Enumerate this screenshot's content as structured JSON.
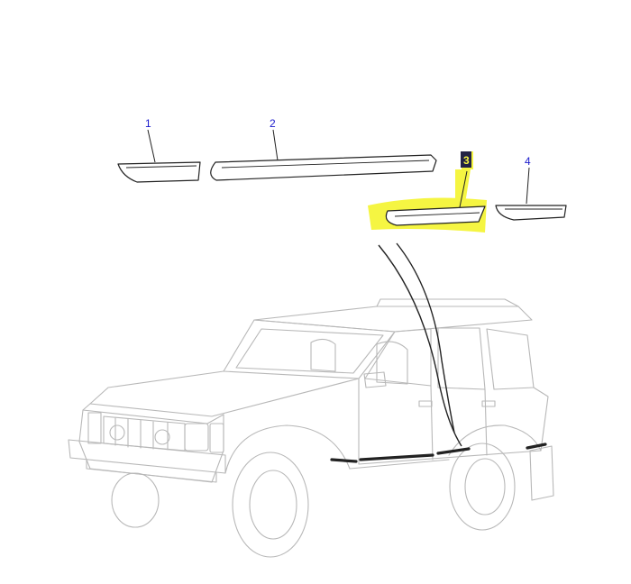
{
  "callouts": {
    "part_1": "1",
    "part_2": "2",
    "part_3": "3",
    "part_4": "4"
  },
  "highlighted_part": "3",
  "colors": {
    "highlight": "#f5f542",
    "callout_text": "#1a1acc",
    "part_outline": "#222222",
    "vehicle_outline": "#b8b8b8"
  }
}
